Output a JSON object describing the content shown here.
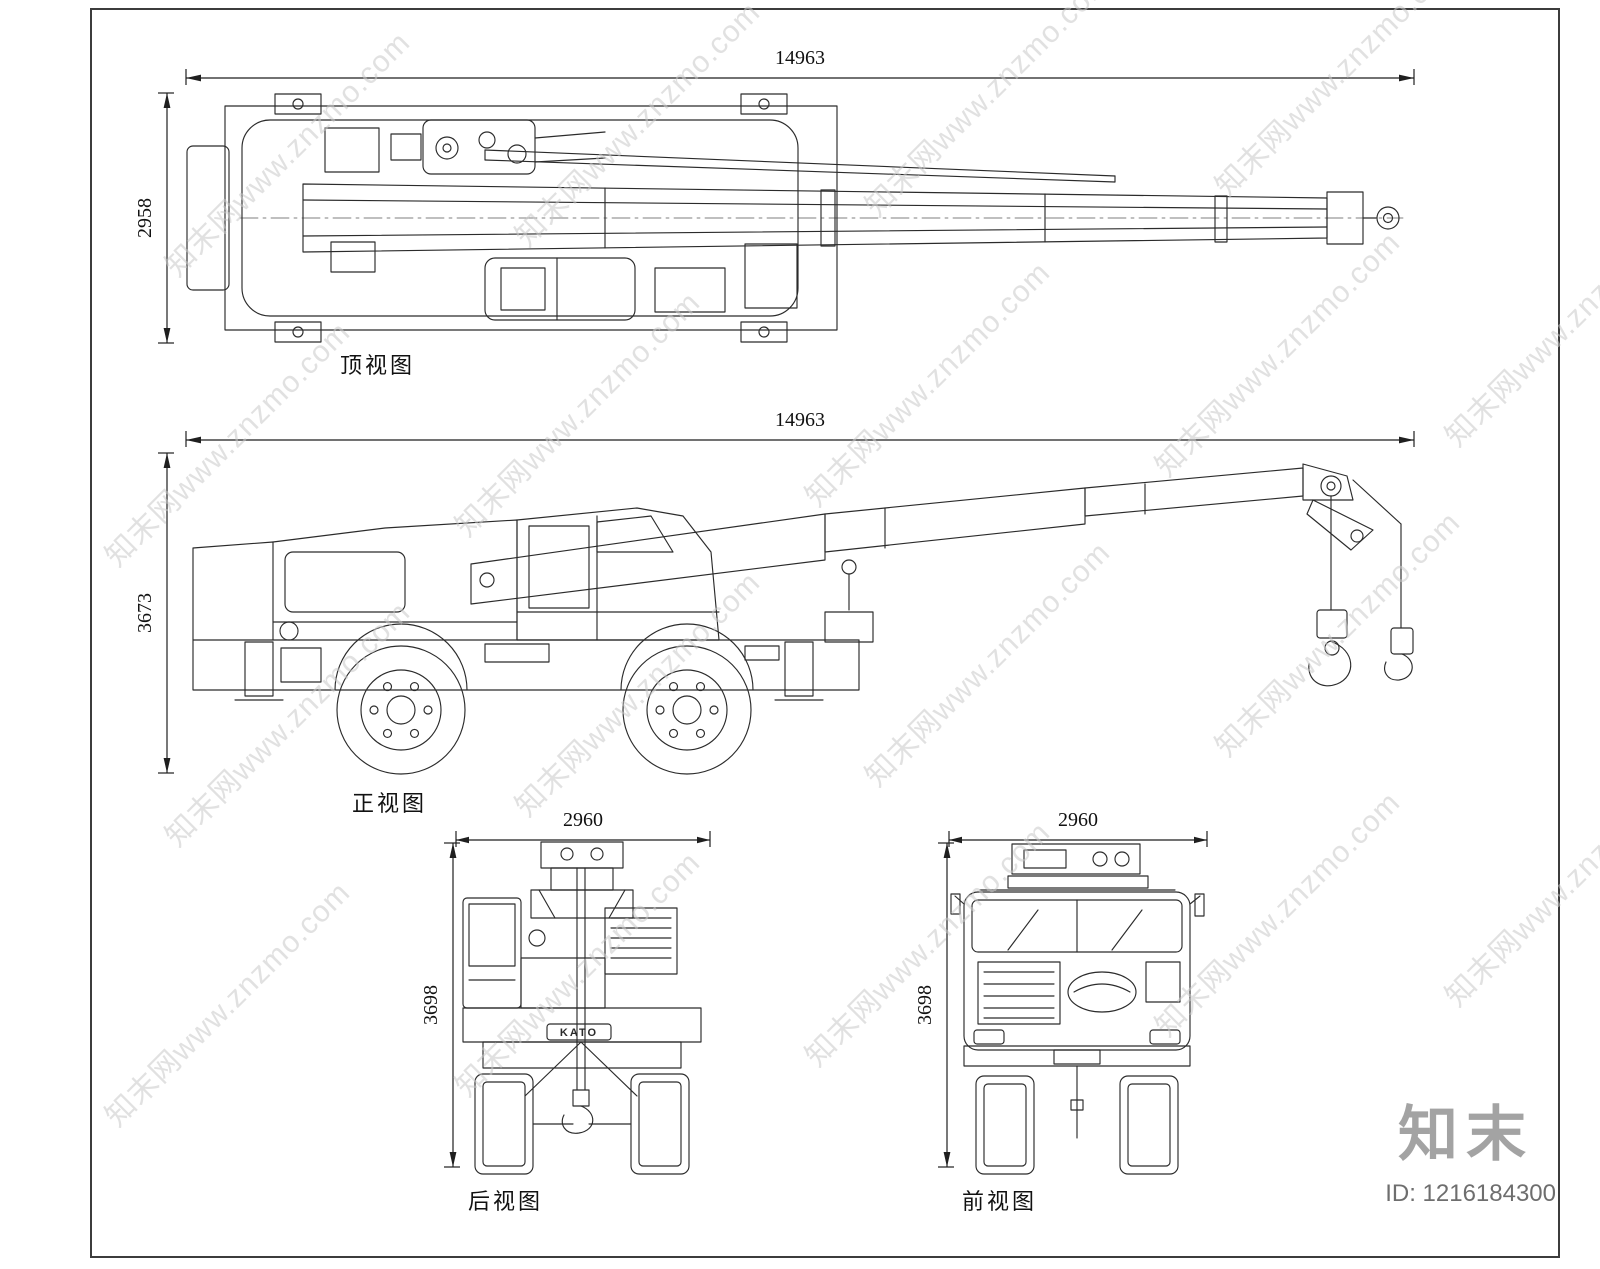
{
  "page": {
    "watermark_text": "知末网www.znzmo.com",
    "logo_text": "知末",
    "id_label": "ID: 1216184300"
  },
  "views": {
    "top": {
      "label": "顶视图",
      "width_dim": "14963",
      "height_dim": "2958"
    },
    "side": {
      "label": "正视图",
      "width_dim": "14963",
      "height_dim": "3673"
    },
    "rear": {
      "label": "后视图",
      "width_dim": "2960",
      "height_dim": "3698",
      "brand_mark": "KATO"
    },
    "front": {
      "label": "前视图",
      "width_dim": "2960",
      "height_dim": "3698"
    }
  },
  "colors": {
    "line": "#2b2b2b",
    "dim": "#1f1f1f",
    "watermark": "#c9c9c9"
  }
}
